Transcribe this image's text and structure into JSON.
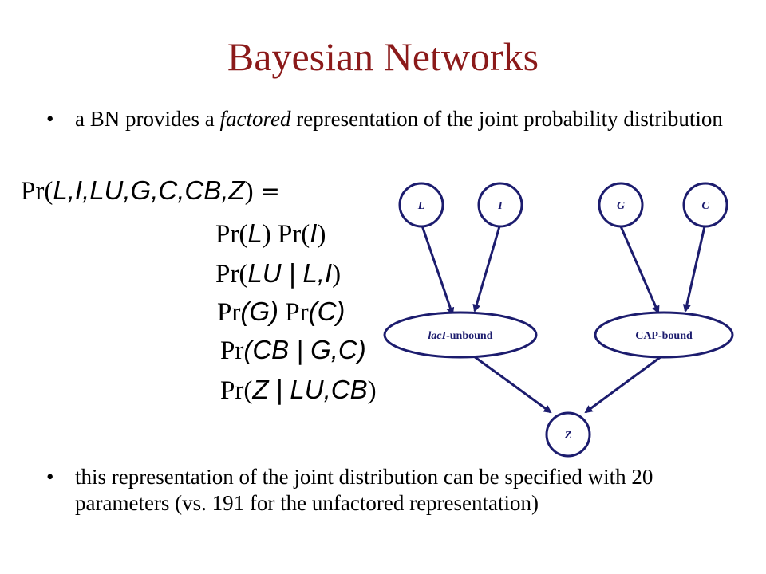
{
  "slide": {
    "title": "Bayesian Networks",
    "bullet_symbol": "•",
    "bullet1": {
      "before": "a BN provides a ",
      "emph": "factored",
      "after": " representation of the joint probability distribution"
    },
    "bullet2": "this representation of the joint distribution can be specified with 20 parameters  (vs. 191 for the unfactored representation)"
  },
  "formula": {
    "line0": {
      "pr": "Pr(",
      "v": "L,I,LU,G,C,CB,Z",
      "close": ")",
      "op": "="
    },
    "line1": {
      "pr1": "Pr(",
      "v1": "L",
      "close1": ")",
      "sep": "",
      "pr2": "Pr(",
      "v2": "I",
      "close2": ")",
      "tail": ""
    },
    "line2": {
      "pr": "Pr(",
      "v": "LU | L,I",
      "close": ")",
      "tail": ""
    },
    "line3": {
      "pr1": "Pr",
      "v1": "(G)",
      "sep": "",
      "pr2": "Pr",
      "v2": "(C)",
      "tail": ""
    },
    "line4": {
      "pr": "Pr",
      "v": "(CB | G,C)",
      "tail": ""
    },
    "line5": {
      "pr": "Pr(",
      "v": "Z | LU,CB",
      "close": ")"
    }
  },
  "network": {
    "node_color": "#1c1c6e",
    "nodes": {
      "L": "L",
      "I": "I",
      "G": "G",
      "C": "C",
      "laci_italic": "lacI",
      "laci_rest": "-unbound",
      "cap": "CAP-bound",
      "Z": "Z"
    }
  }
}
